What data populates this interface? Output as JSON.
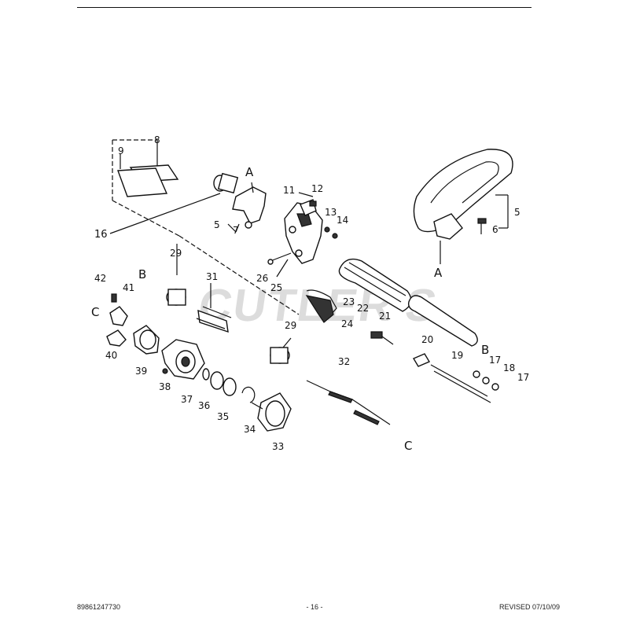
{
  "footer": {
    "part_number": "89861247730",
    "page": "- 16 -",
    "revision": "REVISED 07/10/09"
  },
  "watermark": "CUTLER'S",
  "callouts": {
    "n8": "8",
    "n9": "9",
    "n16": "16",
    "n5a": "5",
    "n7": "7",
    "n11": "11",
    "n12": "12",
    "n13": "13",
    "n14": "14",
    "n26": "26",
    "n25": "25",
    "n29a": "29",
    "n31": "31",
    "n42": "42",
    "n41": "41",
    "n40": "40",
    "n39": "39",
    "n38": "38",
    "n37": "37",
    "n36": "36",
    "n35": "35",
    "n34": "34",
    "n33": "33",
    "n29b": "29",
    "n23": "23",
    "n24": "24",
    "n22": "22",
    "n21": "21",
    "n20": "20",
    "n19": "19",
    "n17a": "17",
    "n18": "18",
    "n17b": "17",
    "n32": "32",
    "n5b": "5",
    "n6": "6"
  },
  "refs": {
    "a_top": "A",
    "a_handle": "A",
    "b_left": "B",
    "b_tube": "B",
    "c_left": "C",
    "c_shaft": "C"
  }
}
